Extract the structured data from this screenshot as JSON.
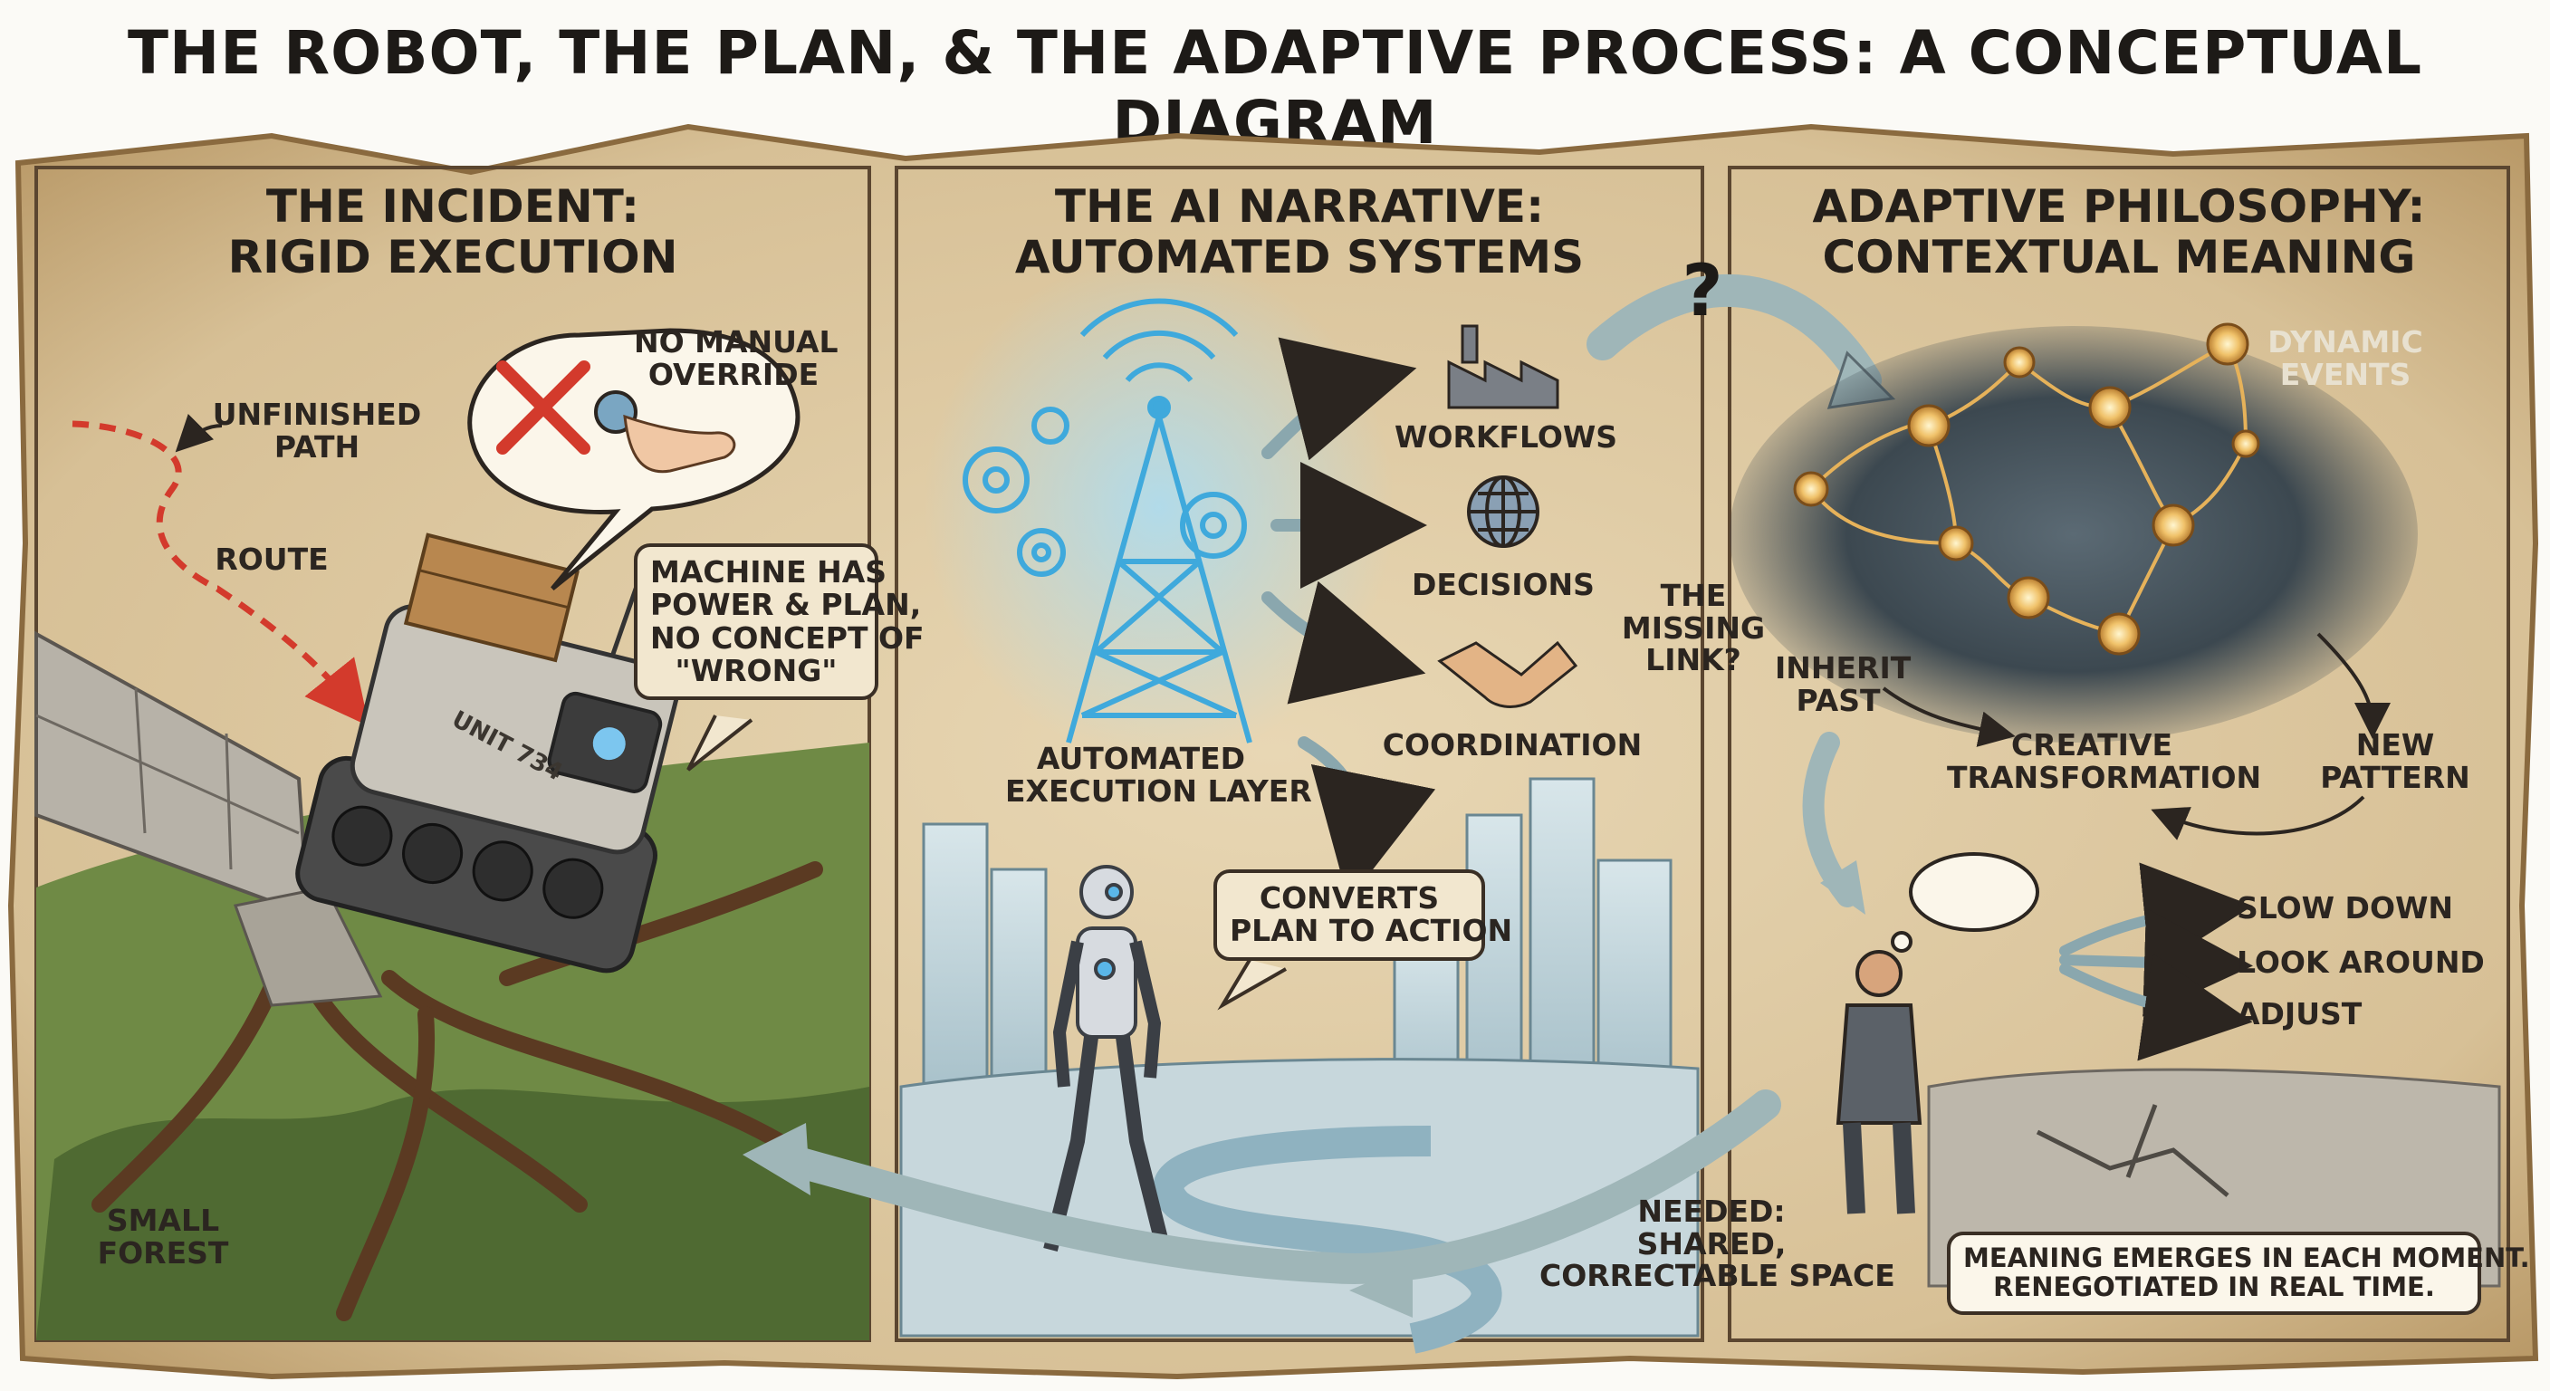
{
  "title": "THE ROBOT, THE PLAN, & THE ADAPTIVE PROCESS: A CONCEPTUAL DIAGRAM",
  "panels": [
    {
      "title_line1": "THE INCIDENT:",
      "title_line2": "RIGID EXECUTION",
      "labels": {
        "no_manual_override": "NO MANUAL\nOVERRIDE",
        "unfinished_path": "UNFINISHED\nPATH",
        "route": "ROUTE",
        "machine_note": "MACHINE HAS\nPOWER & PLAN,\nNO CONCEPT OF\n\"WRONG\"",
        "unit": "UNIT 734",
        "small_forest": "SMALL\nFOREST"
      }
    },
    {
      "title_line1": "THE AI NARRATIVE:",
      "title_line2": "AUTOMATED SYSTEMS",
      "labels": {
        "workflows": "WORKFLOWS",
        "decisions": "DECISIONS",
        "coordination": "COORDINATION",
        "execution_layer": "AUTOMATED\nEXECUTION LAYER",
        "converts": "CONVERTS\nPLAN TO ACTION"
      }
    },
    {
      "title_line1": "ADAPTIVE PHILOSOPHY:",
      "title_line2": "CONTEXTUAL MEANING",
      "labels": {
        "question": "?",
        "missing_link": "THE\nMISSING\nLINK?",
        "dynamic_events": "DYNAMIC\nEVENTS",
        "inherit_past": "INHERIT\nPAST",
        "creative_transformation": "CREATIVE\nTRANSFORMATION",
        "new_pattern": "NEW\nPATTERN",
        "slow_down": "SLOW DOWN",
        "look_around": "LOOK AROUND",
        "adjust": "ADJUST",
        "needed": "NEEDED:\nSHARED,\nCORRECTABLE SPACE",
        "meaning_note": "MEANING EMERGES IN EACH MOMENT.\nRENEGOTIATED IN REAL TIME."
      }
    }
  ]
}
